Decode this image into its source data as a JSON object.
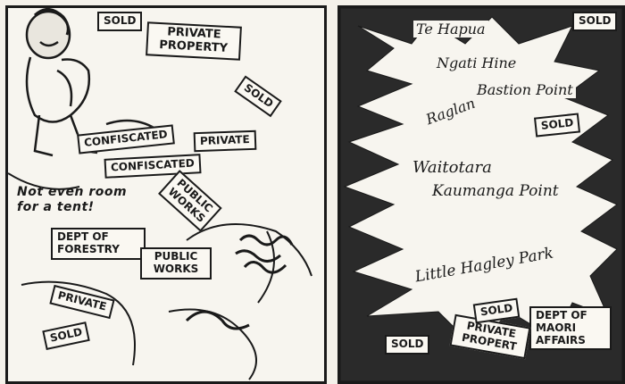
{
  "left_panel": {
    "signs": {
      "sold_top": "SOLD",
      "private_property": "PRIVATE PROPERTY",
      "sold_right": "SOLD",
      "confiscated_1": "CONFISCATED",
      "private_mid": "PRIVATE",
      "confiscated_2": "CONFISCATED",
      "public_works_tilted": "PUBLIC WORKS",
      "dept_of_forestry": "DEPT OF FORESTRY",
      "public_works": "PUBLIC WORKS",
      "private_bottom": "PRIVATE",
      "sold_bottom": "SOLD"
    },
    "speech": "Not even room for a tent!"
  },
  "right_panel": {
    "places": {
      "te_hapua": "Te Hapua",
      "ngati_hine": "Ngati Hine",
      "bastion_point": "Bastion Point",
      "raglan": "Raglan",
      "waitotara": "Waitotara",
      "kaumanga_point": "Kaumanga Point",
      "little_hagley_park": "Little Hagley Park"
    },
    "signs": {
      "sold_1": "SOLD",
      "sold_2": "SOLD",
      "dept_of_maori_affairs": "DEPT OF MAORI AFFAIRS",
      "private_property": "PRIVATE PROPERT",
      "sold_3": "SOLD",
      "sold_4": "SOLD"
    }
  }
}
